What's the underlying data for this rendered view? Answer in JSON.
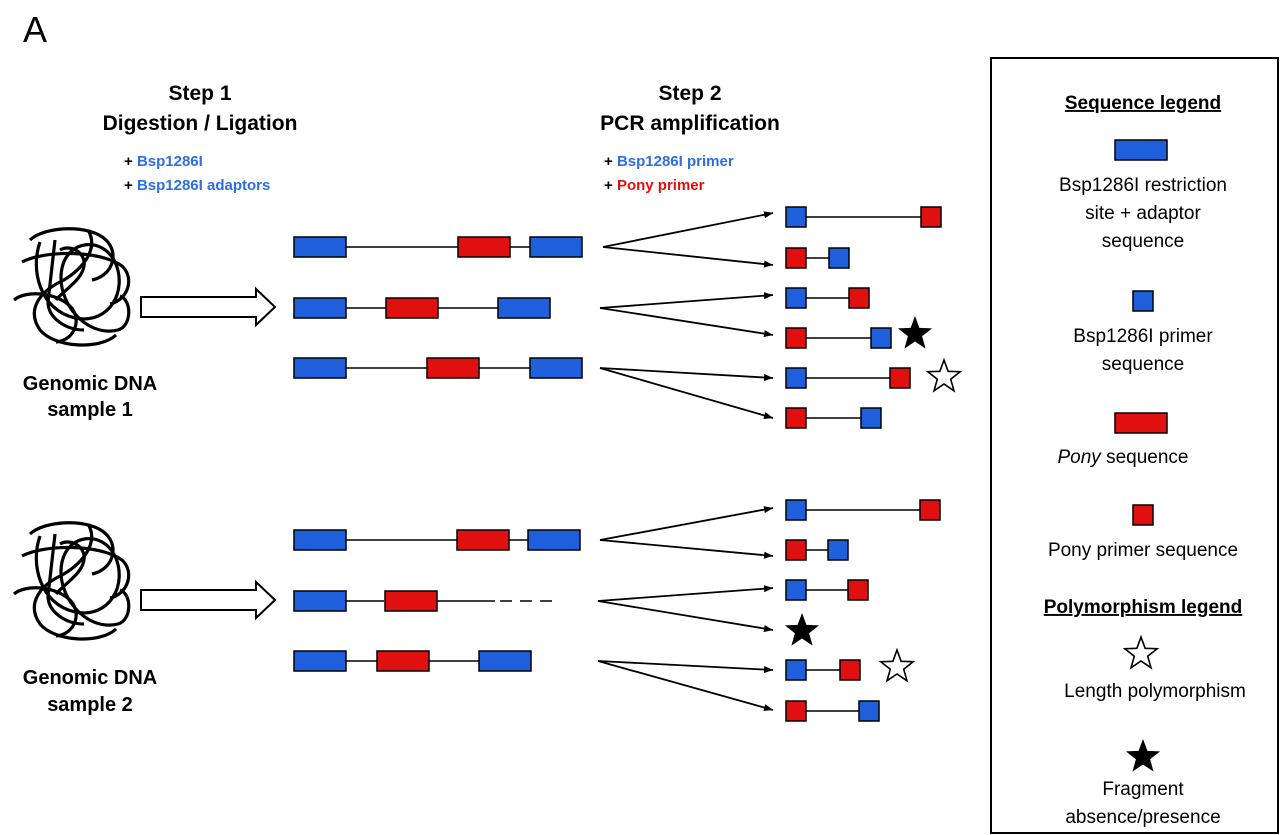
{
  "panel_label": "A",
  "step1": {
    "title": "Step 1",
    "subtitle": "Digestion / Ligation",
    "reagent1_prefix": "+ ",
    "reagent1": "Bsp1286I",
    "reagent2_prefix": "+ ",
    "reagent2": "Bsp1286I adaptors"
  },
  "step2": {
    "title": "Step 2",
    "subtitle": "PCR amplification",
    "reagent1_prefix": "+ ",
    "reagent1": "Bsp1286I primer",
    "reagent2_prefix": "+ ",
    "reagent2": "Pony primer"
  },
  "samples": [
    {
      "line1": "Genomic DNA",
      "line2": "sample 1"
    },
    {
      "line1": "Genomic DNA",
      "line2": "sample 2"
    }
  ],
  "legend": {
    "sequence_title": "Sequence legend",
    "adaptor_line1": "Bsp1286I restriction",
    "adaptor_line2": "site + adaptor",
    "adaptor_line3": "sequence",
    "bsp_primer_line1": "Bsp1286I primer",
    "bsp_primer_line2": "sequence",
    "pony_seq_italic": "Pony",
    "pony_seq_rest": " sequence",
    "pony_primer": "Pony primer sequence",
    "polymorphism_title": "Polymorphism legend",
    "length_poly": "Length polymorphism",
    "fragment_line1": "Fragment",
    "fragment_line2": "absence/presence"
  },
  "colors": {
    "blue": "#1f5fdc",
    "red": "#e01010",
    "blue_text": "#2b6fe0",
    "red_text": "#e01010",
    "stroke": "#000000"
  },
  "icons": {
    "dna": "tangled-dna-icon",
    "arrow": "hollow-arrow-icon",
    "star_filled": "filled-star-icon",
    "star_open": "open-star-icon"
  }
}
